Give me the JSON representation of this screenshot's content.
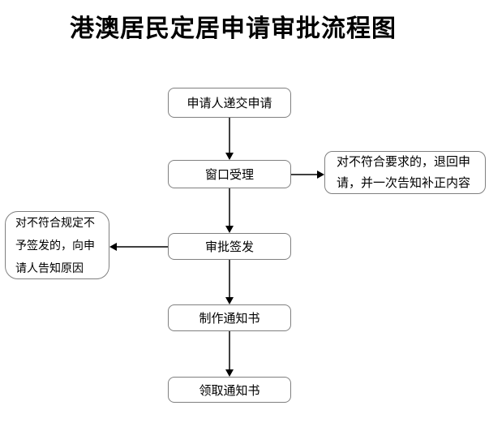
{
  "title": "港澳居民定居申请审批流程图",
  "flowchart": {
    "nodes": {
      "submit": {
        "label": "申请人递交申请"
      },
      "window_accept": {
        "label": "窗口受理"
      },
      "approve_issue": {
        "label": "审批签发"
      },
      "make_notice": {
        "label": "制作通知书"
      },
      "receive_notice": {
        "label": "领取通知书"
      },
      "return_application": {
        "label": "对不符合要求的，退回申请，并一次告知补正内容"
      },
      "inform_reason": {
        "label": "对不符合规定不予签发的，向申请人告知原因"
      }
    },
    "edges": [
      {
        "from": "submit",
        "to": "window_accept",
        "direction": "down"
      },
      {
        "from": "window_accept",
        "to": "return_application",
        "direction": "right"
      },
      {
        "from": "window_accept",
        "to": "approve_issue",
        "direction": "down"
      },
      {
        "from": "approve_issue",
        "to": "inform_reason",
        "direction": "left"
      },
      {
        "from": "approve_issue",
        "to": "make_notice",
        "direction": "down"
      },
      {
        "from": "make_notice",
        "to": "receive_notice",
        "direction": "down"
      }
    ],
    "colors": {
      "background": "#ffffff",
      "box_border": "#808080",
      "text": "#000000",
      "arrow": "#000000"
    }
  }
}
